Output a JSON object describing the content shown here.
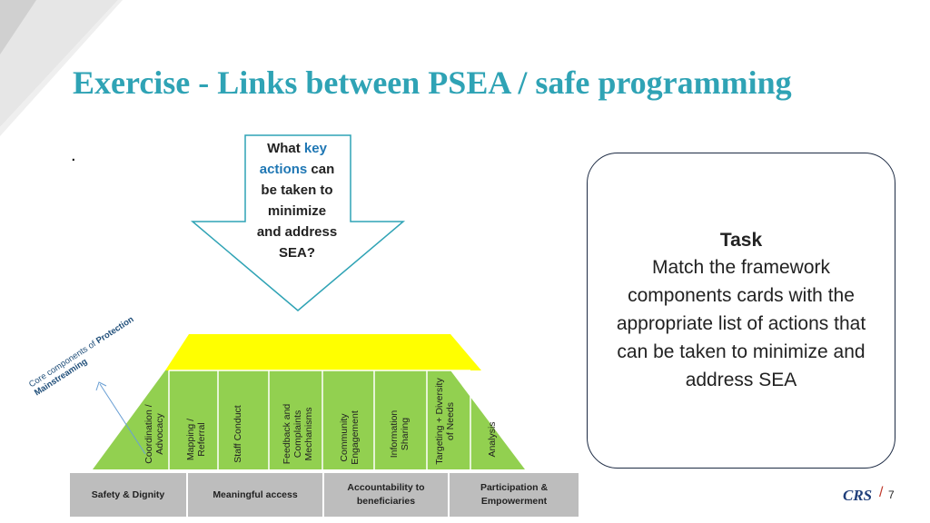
{
  "slide": {
    "title": "Exercise - Links between PSEA / safe programming",
    "bullet": "."
  },
  "arrow": {
    "line1": "What ",
    "key": "key",
    "actions": "actions",
    "can": " can",
    "rest1": "be taken to",
    "rest2": "minimize",
    "rest3": "and address",
    "rest4": "SEA?"
  },
  "task": {
    "title": "Task",
    "body": "Match the framework components cards with the appropriate list of actions that can be taken to minimize and address SEA"
  },
  "diagonal_label": {
    "part1": "Core components of ",
    "part2": "Protection",
    "part3": "Mainstreaming"
  },
  "pillars": [
    "Coordination / Advocacy",
    "Mapping / Referral",
    "Staff Conduct",
    "Feedback and Complaints Mechanisms",
    "Community Engagement",
    "Information Sharing",
    "Targeting + Diversity of Needs",
    "Analysis"
  ],
  "base": [
    "Safety & Dignity",
    "Meaningful access",
    "Accountability to beneficiaries",
    "Participation & Empowerment"
  ],
  "colors": {
    "title": "#2fa3b5",
    "arrow_border": "#2fa3b5",
    "roof": "#ffff00",
    "pillar_green": "#92d050",
    "base_gray": "#bdbdbd"
  },
  "footer": {
    "logo": "CRS",
    "slash": "/",
    "page": "7"
  }
}
